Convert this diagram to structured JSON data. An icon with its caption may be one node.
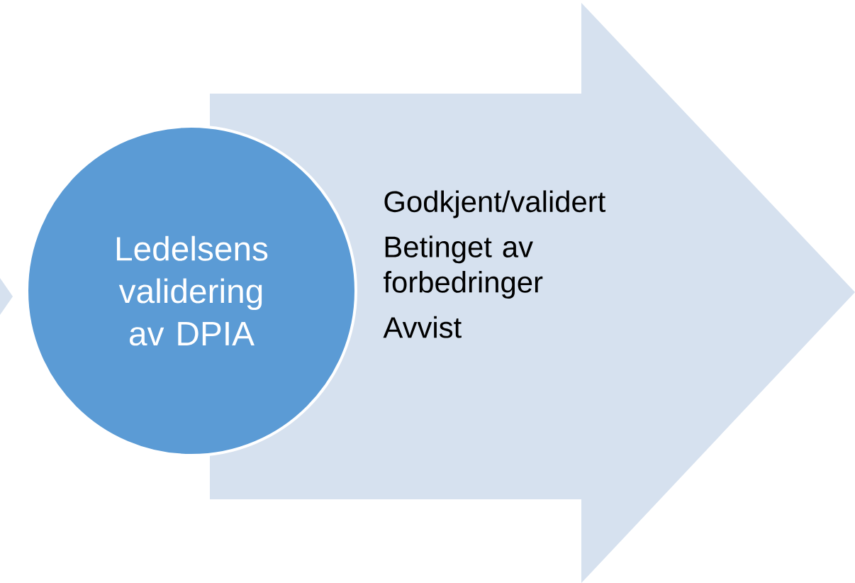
{
  "diagram": {
    "nodes": [
      {
        "text": [
          "Ledelsens validering av DPIA"
        ]
      },
      {
        "text": [
          "Godkjent/validert",
          "Betinget av forbedringer",
          "Avvist"
        ]
      }
    ]
  }
}
